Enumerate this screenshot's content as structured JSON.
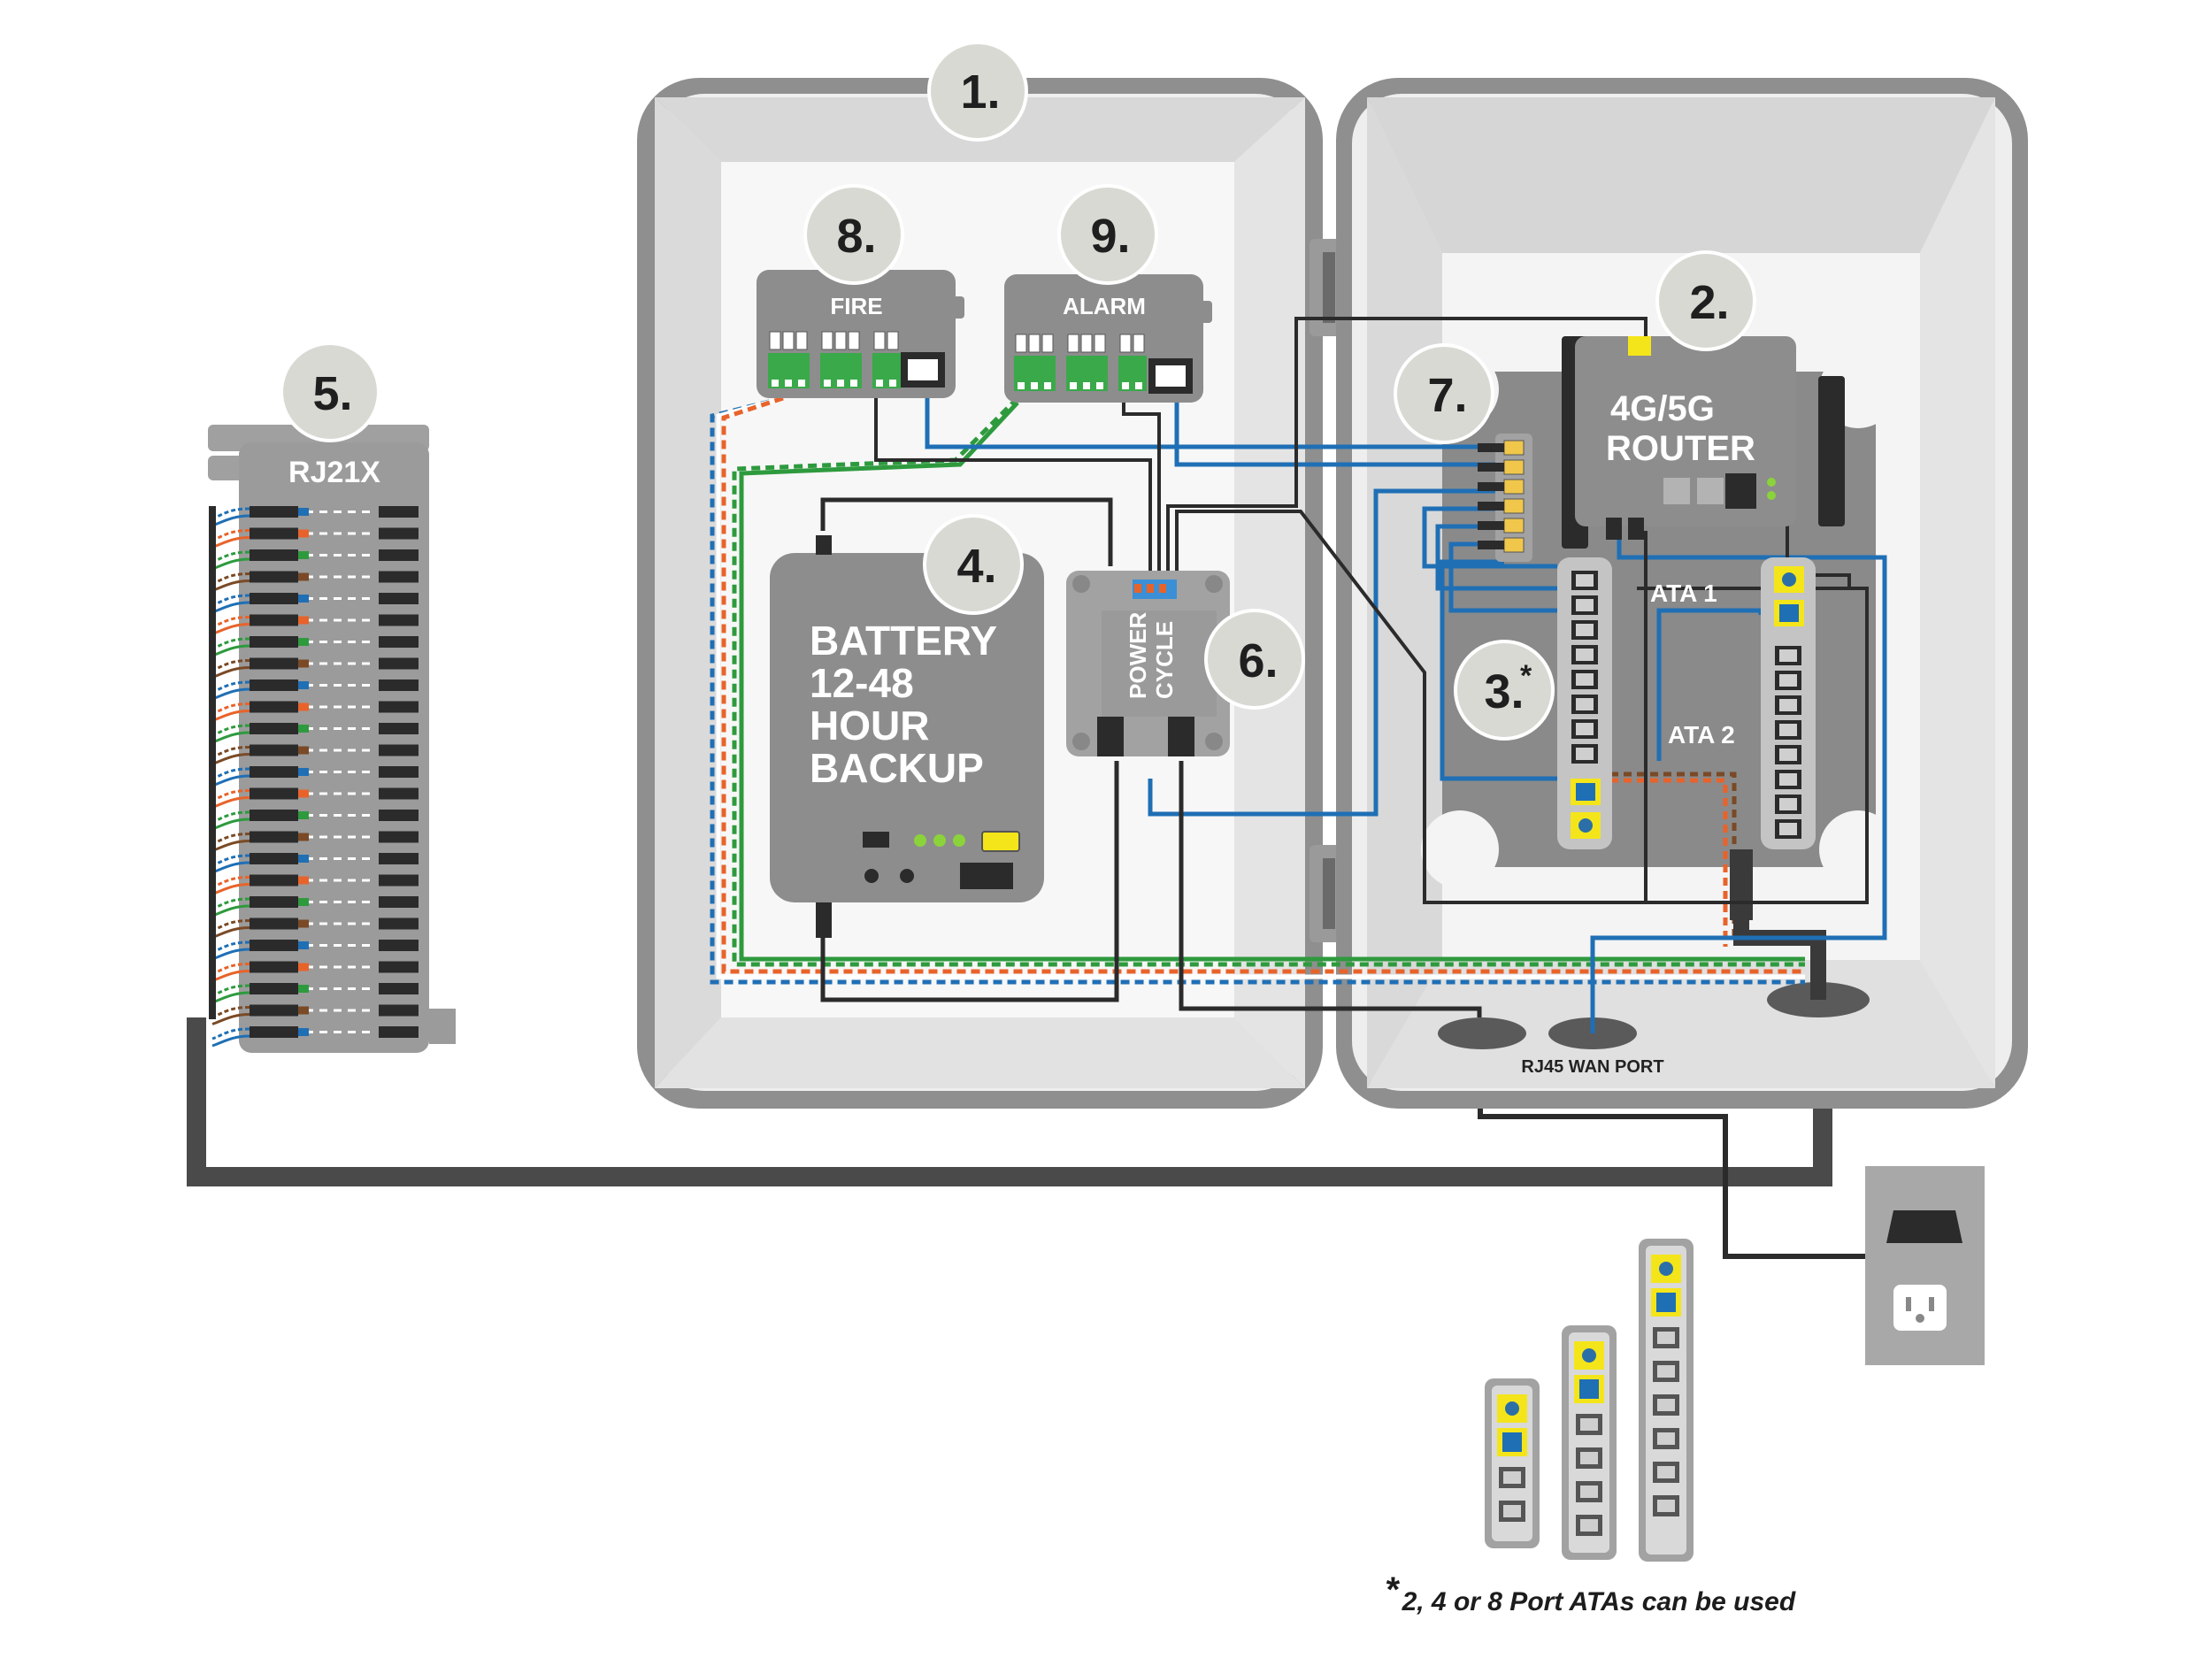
{
  "markers": {
    "enclosure": "1.",
    "router": "2.",
    "ata": "3.",
    "battery": "4.",
    "rj21x": "5.",
    "power_cycle": "6.",
    "ethernet_switch": "7.",
    "fire": "8.",
    "alarm": "9."
  },
  "ata_asterisk": "*",
  "labels": {
    "rj21x": "RJ21X",
    "fire": "FIRE",
    "alarm": "ALARM",
    "router_line1": "4G/5G",
    "router_line2": "ROUTER",
    "battery_line1": "BATTERY",
    "battery_line2": "12-48",
    "battery_line3": "HOUR",
    "battery_line4": "BACKUP",
    "power_cycle_line1": "POWER",
    "power_cycle_line2": "CYCLE",
    "ata1": "ATA 1",
    "ata2": "ATA 2",
    "wan_port": "RJ45 WAN PORT"
  },
  "footnote": {
    "star": "*",
    "text": "2, 4 or 8 Port ATAs can be used"
  },
  "colors": {
    "enclosure": "#e6e6e6",
    "enclosure_frame": "#8a8a8a",
    "device": "#8c8c8c",
    "wire_blue": "#1f6fb5",
    "wire_orange": "#e8632a",
    "wire_green": "#2e9a3e",
    "wire_brown": "#7a4a26",
    "wire_black": "#2b2b2b",
    "accent_yellow": "#f4e51a",
    "terminal_green": "#3aa94a"
  }
}
